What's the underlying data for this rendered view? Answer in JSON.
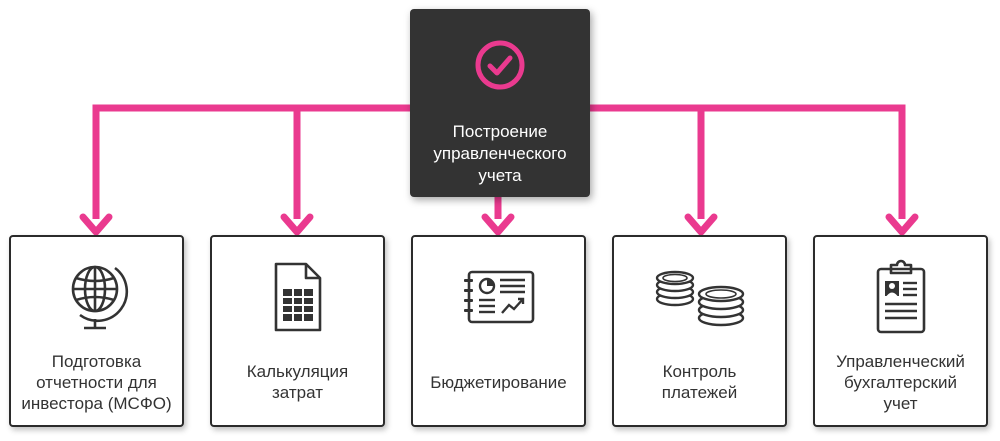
{
  "colors": {
    "connector": "#ea3a8f",
    "dark_box": "#333333",
    "icon": "#333333"
  },
  "top": {
    "label": "Построение\nуправленческого\nучета",
    "icon": "checkmark-circle-icon"
  },
  "items": [
    {
      "label": "Подготовка\nотчетности  для\nинвестора (МСФО)",
      "icon": "globe-icon"
    },
    {
      "label": "Калькуляция\nзатрат",
      "icon": "spreadsheet-document-icon"
    },
    {
      "label": "Бюджетирование",
      "icon": "report-notebook-icon"
    },
    {
      "label": "Контроль\nплатежей",
      "icon": "coins-stack-icon"
    },
    {
      "label": "Управленческий\nбухгалтерский\nучет",
      "icon": "clipboard-profile-icon"
    }
  ]
}
